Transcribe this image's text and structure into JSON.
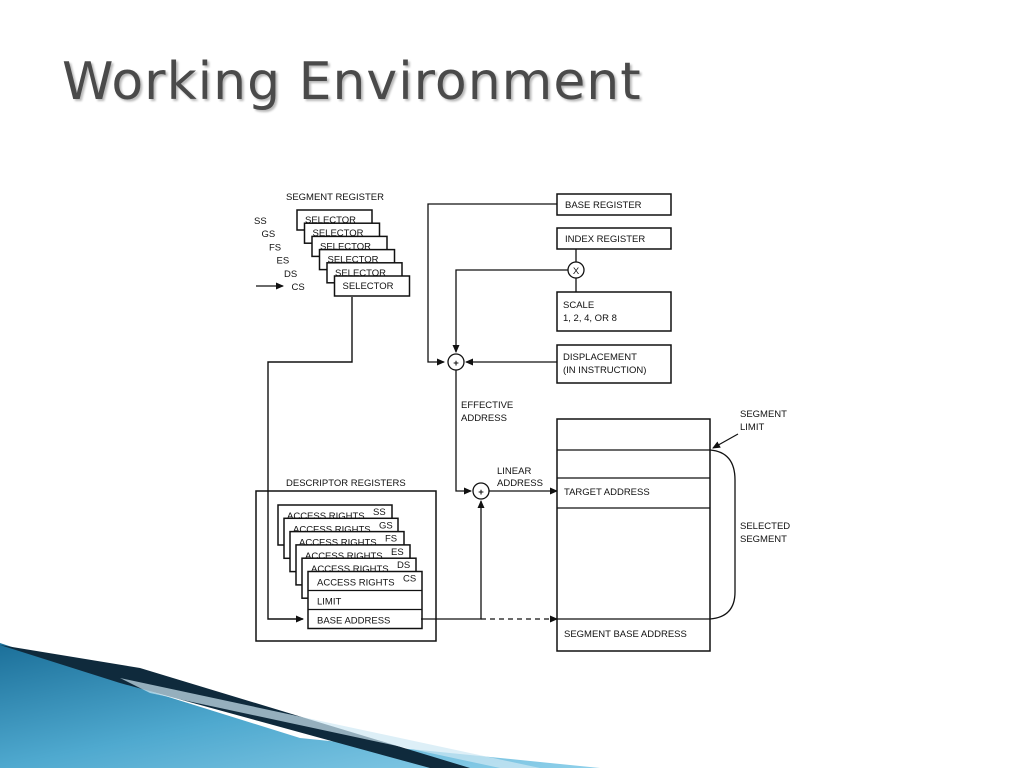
{
  "slide": {
    "title": "Working Environment"
  },
  "diagram": {
    "segment_register": {
      "title": "SEGMENT REGISTER",
      "registers": [
        "SS",
        "GS",
        "FS",
        "ES",
        "DS",
        "CS"
      ],
      "selector_label": "SELECTOR"
    },
    "descriptor_registers": {
      "title": "DESCRIPTOR REGISTERS",
      "registers": [
        "SS",
        "GS",
        "FS",
        "ES",
        "DS",
        "CS"
      ],
      "access_rights": "ACCESS RIGHTS",
      "limit": "LIMIT",
      "base_address": "BASE ADDRESS"
    },
    "base_register": "BASE REGISTER",
    "index_register": "INDEX REGISTER",
    "multiply_symbol": "X",
    "scale": {
      "line1": "SCALE",
      "line2": "1, 2, 4, OR 8"
    },
    "displacement": {
      "line1": "DISPLACEMENT",
      "line2": "(IN INSTRUCTION)"
    },
    "effective_address": {
      "line1": "EFFECTIVE",
      "line2": "ADDRESS"
    },
    "linear_address": {
      "line1": "LINEAR",
      "line2": "ADDRESS"
    },
    "segment": {
      "target_address": "TARGET ADDRESS",
      "segment_base_address": "SEGMENT BASE ADDRESS",
      "limit_label": {
        "line1": "SEGMENT",
        "line2": "LIMIT"
      },
      "selected_label": {
        "line1": "SELECTED",
        "line2": "SEGMENT"
      }
    }
  },
  "colors": {
    "title": "#4a4a4a",
    "accent_dark": "#0f3550",
    "accent_light": "#6fb8d8"
  }
}
